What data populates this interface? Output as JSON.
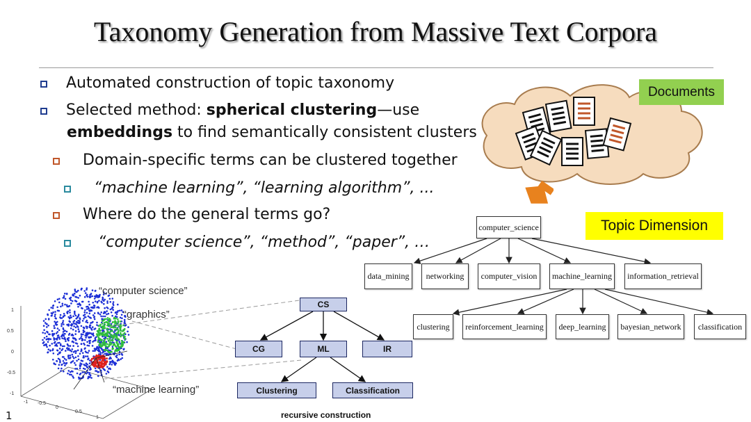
{
  "title": "Taxonomy Generation from Massive Text Corpora",
  "bullets": {
    "b1": "Automated construction of topic taxonomy",
    "b2_pre": "Selected method: ",
    "b2_bold1": "spherical clustering",
    "b2_mid": "—use",
    "b2_bold2": "embeddings",
    "b2_post": " to find semantically consistent clusters",
    "sub1": "Domain-specific terms can be clustered together",
    "sub1_ex": "“machine learning”, “learning algorithm”, ...",
    "sub2": "Where do the general terms go?",
    "sub2_ex": "“computer science”, “method”, “paper”, …"
  },
  "tags": {
    "documents": "Documents",
    "topic_dimension": "Topic Dimension"
  },
  "taxonomy": {
    "root": "computer_science",
    "level1": [
      "data_mining",
      "networking",
      "computer_vision",
      "machine_learning",
      "information_retrieval"
    ],
    "level2": [
      "clustering",
      "reinforcement_learning",
      "deep_learning",
      "bayesian_network",
      "classification"
    ]
  },
  "recursive": {
    "root": "CS",
    "level1": [
      "CG",
      "ML",
      "IR"
    ],
    "level2": [
      "Clustering",
      "Classification"
    ],
    "caption": "recursive construction"
  },
  "sphere": {
    "labels": {
      "cs": "“computer science”",
      "graphics": "“graphics”",
      "ml": "“machine learning”"
    },
    "y_ticks": [
      "1",
      "0.5",
      "0",
      "-0.5",
      "-1"
    ],
    "x_ticks": [
      "-1",
      "-0.5",
      "0",
      "0.5",
      "1"
    ]
  },
  "slide_number": "1",
  "colors": {
    "blue_bullet": "#1f3c8f",
    "orange_bullet": "#c0572a",
    "teal_bullet": "#2a8a9e",
    "documents_bg": "#92d050",
    "topic_bg": "#ffff00",
    "arrow": "#e8821e",
    "cloud": "#f6dcbe",
    "rec_node": "#c7cfea"
  }
}
